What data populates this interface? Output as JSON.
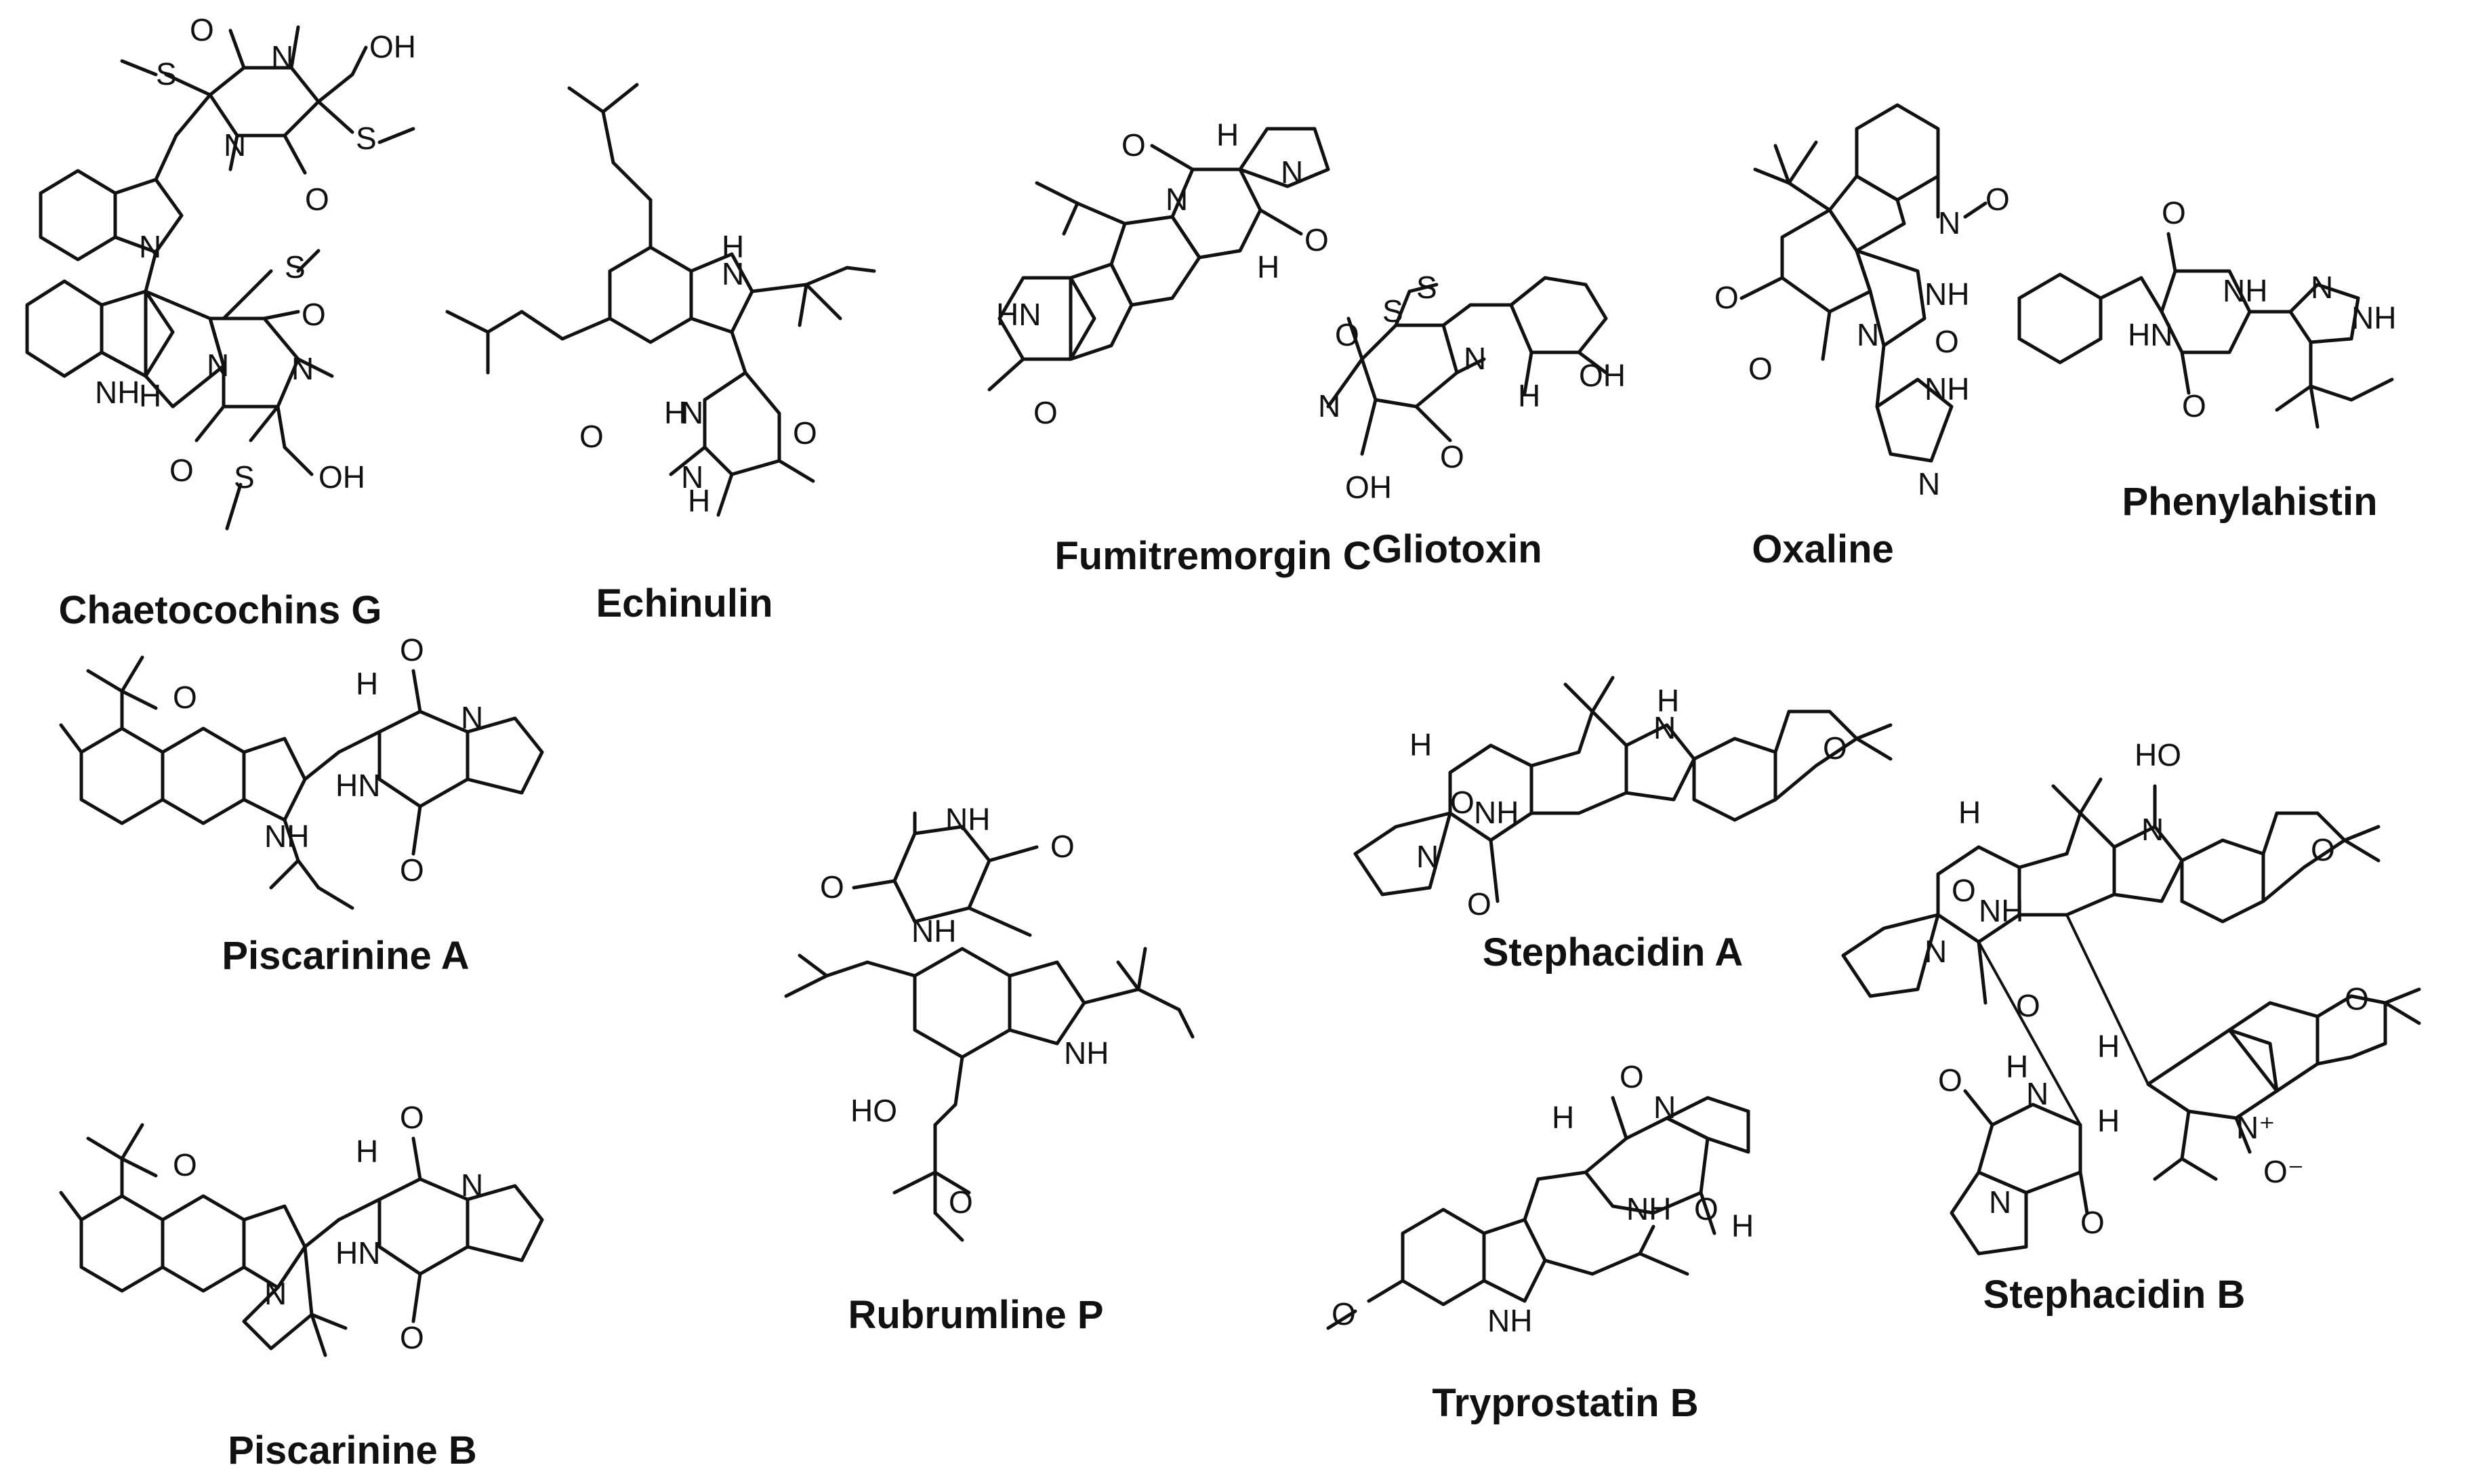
{
  "compounds": [
    {
      "id": "chaetocochins-g",
      "name": "Chaetocochins G"
    },
    {
      "id": "echinulin",
      "name": "Echinulin"
    },
    {
      "id": "fumitremorgin-c",
      "name": "Fumitremorgin C"
    },
    {
      "id": "gliotoxin",
      "name": "Gliotoxin"
    },
    {
      "id": "oxaline",
      "name": "Oxaline"
    },
    {
      "id": "phenylahistin",
      "name": "Phenylahistin"
    },
    {
      "id": "piscarinine-a",
      "name": "Piscarinine A"
    },
    {
      "id": "piscarinine-b",
      "name": "Piscarinine B"
    },
    {
      "id": "rubrumline-p",
      "name": "Rubrumline P"
    },
    {
      "id": "stephacidin-a",
      "name": "Stephacidin A"
    },
    {
      "id": "tryprostatin-b",
      "name": "Tryprostatin B"
    },
    {
      "id": "stephacidin-b",
      "name": "Stephacidin B"
    }
  ],
  "atom_labels": {
    "O": "O",
    "N": "N",
    "NH": "NH",
    "HN": "HN",
    "H": "H",
    "S": "S",
    "OH": "OH",
    "HO": "HO",
    "N_plus": "N⁺",
    "O_minus": "O⁻"
  }
}
